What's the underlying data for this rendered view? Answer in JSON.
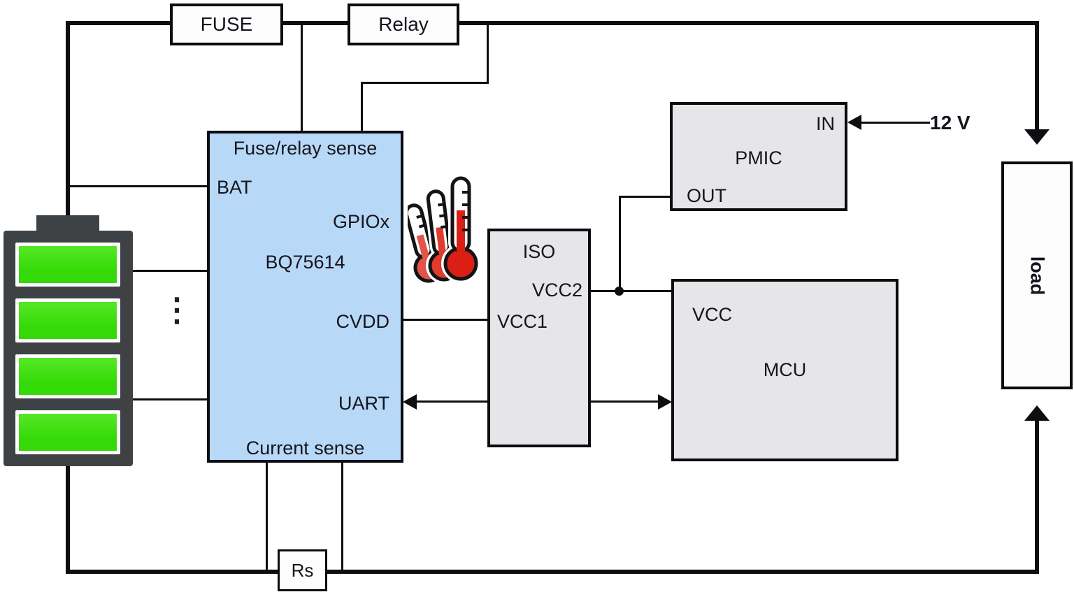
{
  "blocks": {
    "fuse": {
      "label": "FUSE"
    },
    "relay": {
      "label": "Relay"
    },
    "bq": {
      "top_label": "Fuse/relay sense",
      "bat": "BAT",
      "gpiox": "GPIOx",
      "part": "BQ75614",
      "cvdd": "CVDD",
      "uart": "UART",
      "bottom_label": "Current sense"
    },
    "iso": {
      "label": "ISO",
      "vcc2": "VCC2",
      "vcc1": "VCC1"
    },
    "pmic": {
      "in": "IN",
      "label": "PMIC",
      "out": "OUT"
    },
    "mcu": {
      "vcc": "VCC",
      "label": "MCU"
    },
    "load": {
      "label": "load"
    },
    "rs": {
      "label": "Rs"
    }
  },
  "annotations": {
    "supply": "12 V",
    "ellipsis": "⋮"
  },
  "colors": {
    "wire": "#0e0e12",
    "text": "#15151d",
    "box_border": "#0c0c10",
    "bq_fill": "#b8d8f7",
    "box_gray": "#e6e5e8",
    "battery_body": "#3e4245",
    "cell_green_a": "#55e726",
    "cell_green_b": "#35d907",
    "thermo_red_front": "#dc1f15",
    "thermo_red_mid": "#e03b2f",
    "thermo_red_back": "#e2544a"
  }
}
